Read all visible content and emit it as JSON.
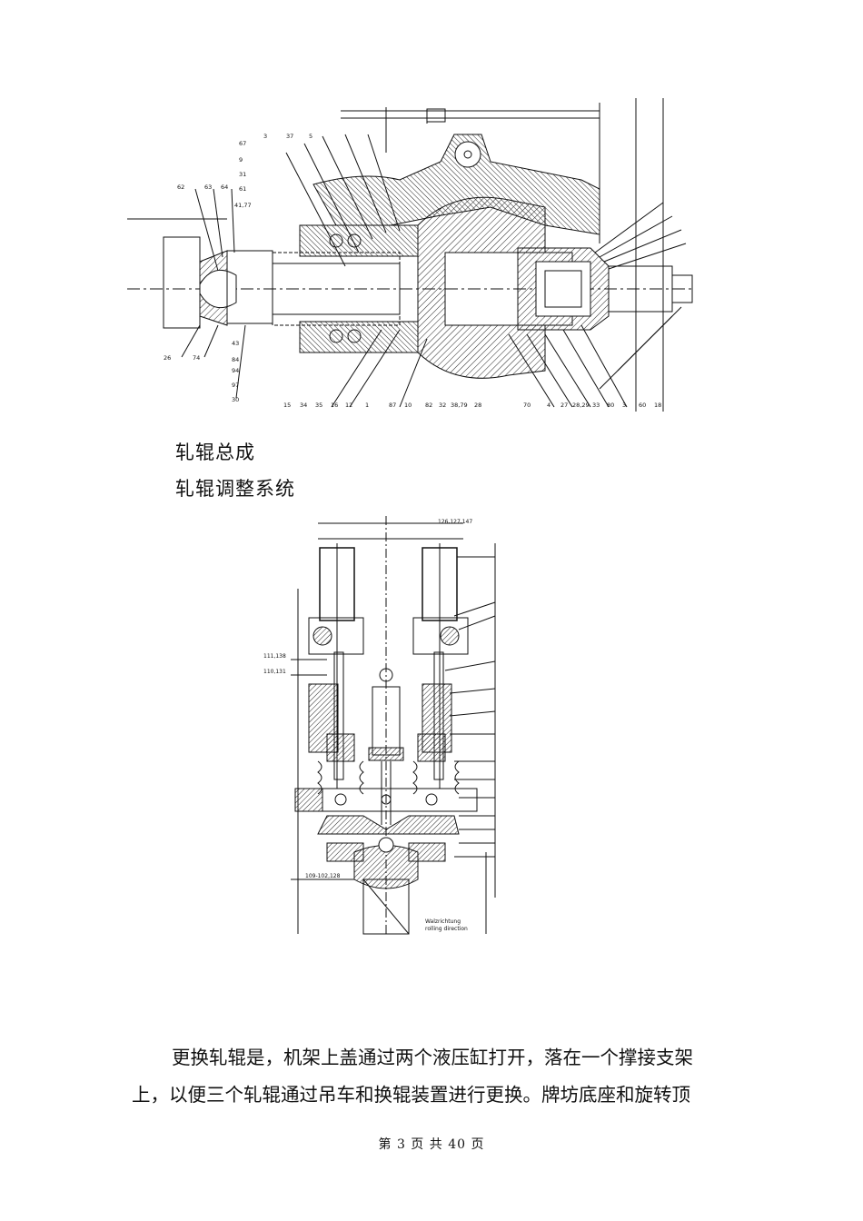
{
  "figure1": {
    "callouts_top": [
      "67",
      "3",
      "37",
      "5",
      "9",
      "31",
      "61",
      "62",
      "63",
      "64",
      "41,77"
    ],
    "callouts_bottom": [
      "26",
      "74",
      "43",
      "84",
      "94",
      "97",
      "30",
      "15",
      "34",
      "35",
      "16",
      "12",
      "1",
      "87",
      "10",
      "82",
      "32",
      "38,79",
      "28",
      "70",
      "4",
      "27",
      "28,29",
      "33",
      "80",
      "3",
      "60",
      "18"
    ]
  },
  "figure2": {
    "labels_left": [
      "111,138",
      "110,131",
      "109-102,128"
    ],
    "label_top": "126,127,147",
    "note_bottom": [
      "Walzrichtung",
      "rolling direction"
    ]
  },
  "captions": {
    "assembly": "轧辊总成",
    "adjustment": "轧辊调整系统"
  },
  "body": {
    "line1": "更换轧辊是，机架上盖通过两个液压缸打开，落在一个撑接支架",
    "line2": "上，以便三个轧辊通过吊车和换辊装置进行更换。牌坊底座和旋转顶"
  },
  "footer": {
    "text": "第 3 页 共 40 页"
  }
}
